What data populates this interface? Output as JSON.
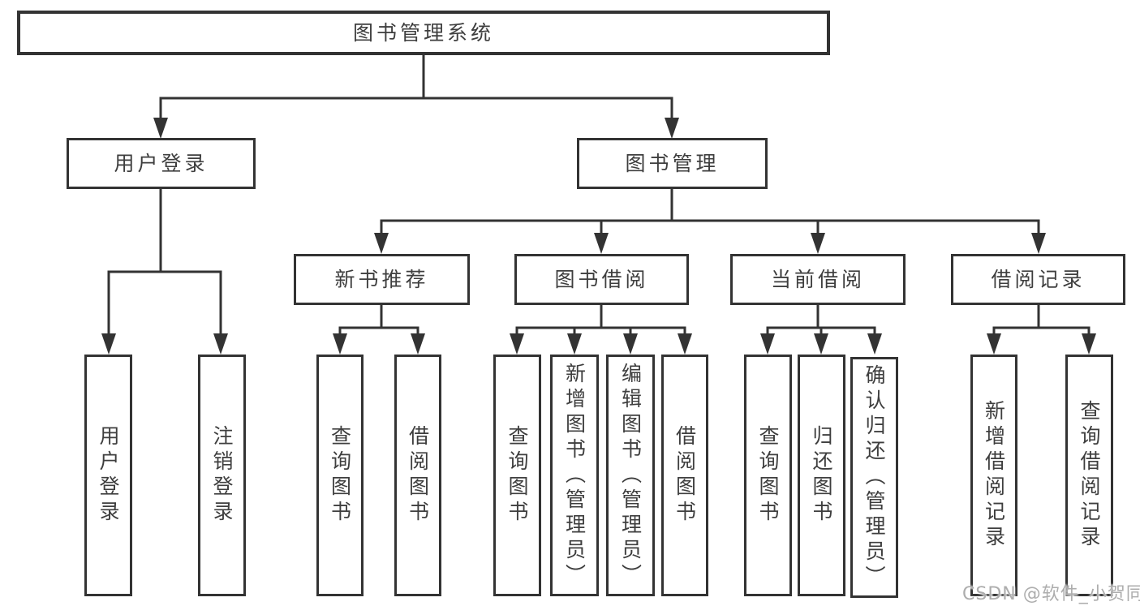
{
  "nodes": {
    "root": "图书管理系统",
    "user_login": "用户登录",
    "book_management": "图书管理",
    "new_book_recommend": "新书推荐",
    "book_borrow": "图书借阅",
    "current_borrow": "当前借阅",
    "borrow_record": "借阅记录",
    "leaf_user_login": "用户登录",
    "leaf_logout": "注销登录",
    "leaf_nbr_query": "查询图书",
    "leaf_nbr_borrow": "借阅图书",
    "leaf_bb_query": "查询图书",
    "leaf_bb_add": "新增图书（管理员）",
    "leaf_bb_edit": "编辑图书（管理员）",
    "leaf_bb_borrow": "借阅图书",
    "leaf_cb_query": "查询图书",
    "leaf_cb_return": "归还图书",
    "leaf_cb_confirm": "确认归还（管理员）",
    "leaf_br_add": "新增借阅记录",
    "leaf_br_query": "查询借阅记录"
  },
  "watermark": "CSDN @软件_小贺同学",
  "colors": {
    "line": "#333333",
    "box_border": "#333333",
    "text": "#3e3e3e",
    "watermark": "#adadad",
    "background": "#ffffff"
  }
}
